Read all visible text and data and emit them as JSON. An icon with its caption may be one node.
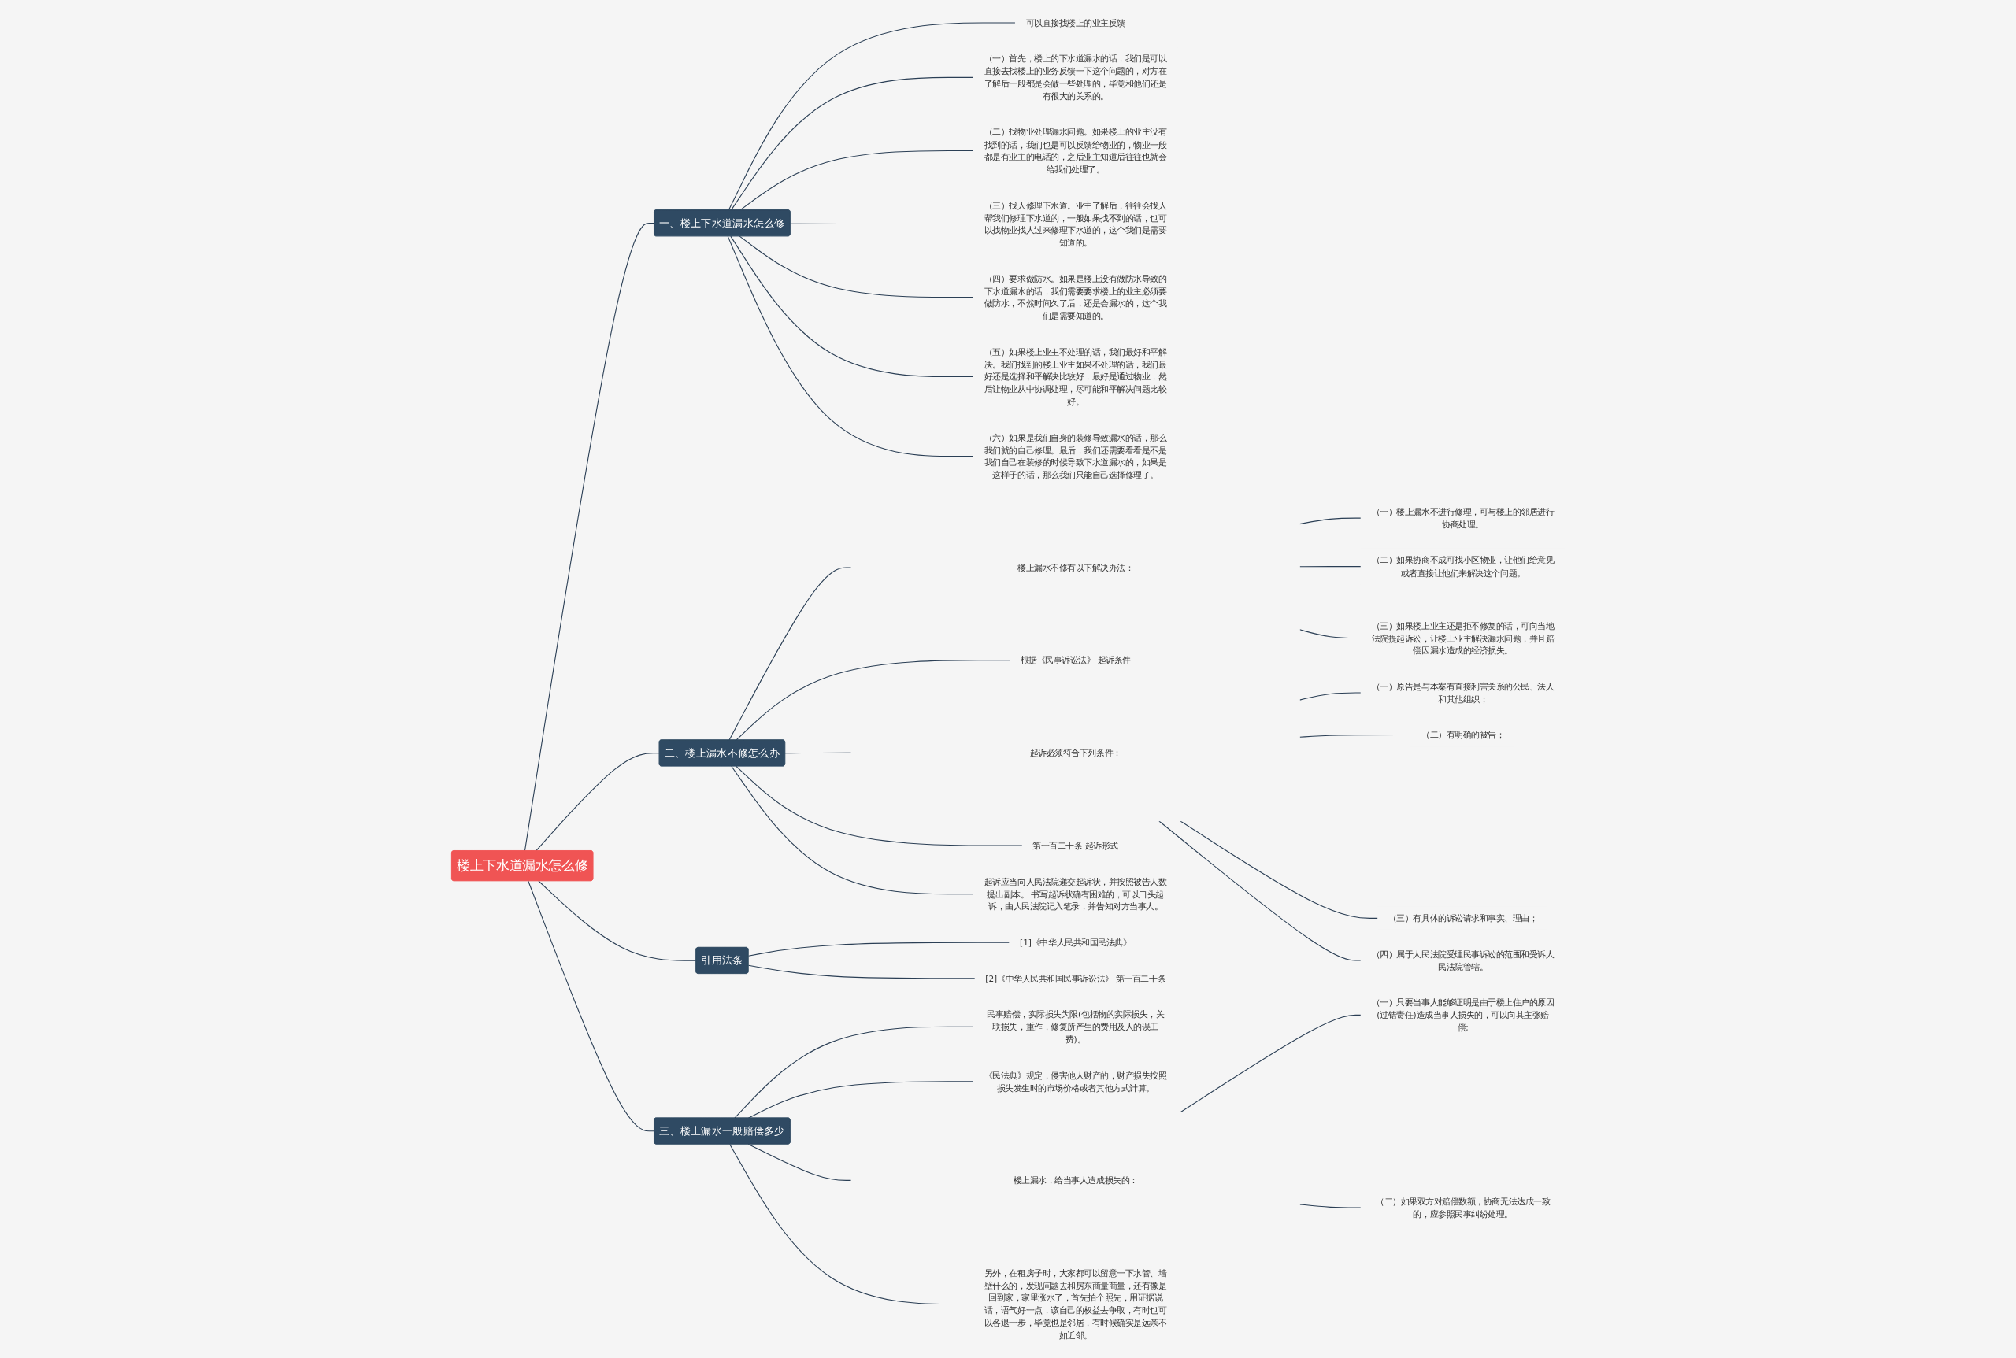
{
  "diagram": {
    "nodes": [
      {
        "text": [
          "楼上下水道漏水怎么修"
        ]
      },
      {
        "text": [
          "一、楼上下水道漏水怎么修"
        ]
      },
      {
        "text": [
          "可以直接找楼上的业主反馈"
        ]
      },
      {
        "text": [
          "（一）首先，楼上的下水道漏水的话，我们是可以直接去找楼上的业务反馈一下这个问题的，对方在了解后一般都是会做一些处理的，毕竟和他们还是有很大的关系的。"
        ]
      },
      {
        "text": [
          "（二）找物业处理漏水问题。如果楼上的业主没有找到的话，我们也是可以反馈给物业的，物业一般都是有业主的电话的，之后业主知道后往往也就会给我们处理了。"
        ]
      },
      {
        "text": [
          "（三）找人修理下水道。业主了解后，往往会找人帮我们修理下水道的，一般如果找不到的话，也可以找物业找人过来修理下水道的，这个我们是需要知道的。"
        ]
      },
      {
        "text": [
          "（四）要求做防水。如果是楼上没有做防水导致的下水道漏水的话，我们需要要求楼上的业主必须要做防水，不然时间久了后，还是会漏水的，这个我们是需要知道的。"
        ]
      },
      {
        "text": [
          "（五）如果楼上业主不处理的话，我们最好和平解决。我们找到的楼上业主如果不处理的话，我们最好还是选择和平解决比较好，最好是通过物业，然后让物业从中协调处理，尽可能和平解决问题比较好。"
        ]
      },
      {
        "text": [
          "（六）如果是我们自身的装修导致漏水的话，那么我们就的自己修理。最后，我们还需要看看是不是我们自己在装修的时候导致下水道漏水的，如果是这样子的话，那么我们只能自己选择修理了。"
        ]
      },
      {
        "text": [
          "二、楼上漏水不修怎么办"
        ]
      },
      {
        "text": [
          "楼上漏水不修有以下解决办法："
        ]
      },
      {
        "text": [
          "（一）楼上漏水不进行修理，可与楼上的邻居进行协商处理。"
        ]
      },
      {
        "text": [
          "（二）如果协商不成可找小区物业，让他们给意见或者直接让他们来解决这个问题。"
        ]
      },
      {
        "text": [
          "（三）如果楼上业主还是拒不修复的话，可向当地法院提起诉讼，让楼上业主解决漏水问题，并且赔偿因漏水造成的经济损失。"
        ]
      },
      {
        "text": [
          "根据《民事诉讼法》 起诉条件"
        ]
      },
      {
        "text": [
          "起诉必须符合下列条件："
        ]
      },
      {
        "text": [
          "（一）原告是与本案有直接利害关系的公民、法人和其他组织；"
        ]
      },
      {
        "text": [
          "（二）有明确的被告；"
        ]
      },
      {
        "text": [
          "（三）有具体的诉讼请求和事实、理由；"
        ]
      },
      {
        "text": [
          "（四）属于人民法院受理民事诉讼的范围和受诉人民法院管辖。"
        ]
      },
      {
        "text": [
          "第一百二十条 起诉形式"
        ]
      },
      {
        "text": [
          "起诉应当向人民法院递交起诉状，并按照被告人数提出副本。 书写起诉状确有困难的，可以口头起诉，由人民法院记入笔录，并告知对方当事人。"
        ]
      },
      {
        "text": [
          "引用法条"
        ]
      },
      {
        "text": [
          "[1]《中华人民共和国民法典》"
        ]
      },
      {
        "text": [
          "[2]《中华人民共和国民事诉讼法》 第一百二十条"
        ]
      },
      {
        "text": [
          "三、楼上漏水一般赔偿多少"
        ]
      },
      {
        "text": [
          "民事赔偿，实际损失为限(包括物的实际损失，关联损失，重作，修复所产生的费用及人的误工费)。"
        ]
      },
      {
        "text": [
          "《民法典》规定，侵害他人财产的，财产损失按照损失发生时的市场价格或者其他方式计算。"
        ]
      },
      {
        "text": [
          "楼上漏水，给当事人造成损失的："
        ]
      },
      {
        "text": [
          "（一）只要当事人能够证明是由于楼上住户的原因(过错责任)造成当事人损失的，可以向其主张赔偿;"
        ]
      },
      {
        "text": [
          "（二）如果双方对赔偿数额，协商无法达成一致的，应参照民事纠纷处理。"
        ]
      },
      {
        "text": [
          "另外，在租房子时，大家都可以留意一下水管、墙壁什么的，发现问题去和房东商量商量，还有像是回到家，家里涨水了，首先拍个照先，用证据说话，语气好一点，该自己的权益去争取，有时也可以各退一步，毕竟也是邻居，有时候确实是远亲不如近邻。"
        ]
      }
    ],
    "edges": [
      {
        "from": 0,
        "to": 1,
        "arrow": "none"
      },
      {
        "from": 1,
        "to": 2,
        "arrow": "none"
      },
      {
        "from": 1,
        "to": 3,
        "arrow": "none"
      },
      {
        "from": 1,
        "to": 4,
        "arrow": "none"
      },
      {
        "from": 1,
        "to": 5,
        "arrow": "none"
      },
      {
        "from": 1,
        "to": 6,
        "arrow": "none"
      },
      {
        "from": 1,
        "to": 7,
        "arrow": "none"
      },
      {
        "from": 1,
        "to": 8,
        "arrow": "none"
      },
      {
        "from": 0,
        "to": 9,
        "arrow": "none"
      },
      {
        "from": 9,
        "to": 10,
        "arrow": "none"
      },
      {
        "from": 10,
        "to": 11,
        "arrow": "none"
      },
      {
        "from": 10,
        "to": 12,
        "arrow": "none"
      },
      {
        "from": 10,
        "to": 13,
        "arrow": "none"
      },
      {
        "from": 9,
        "to": 14,
        "arrow": "none"
      },
      {
        "from": 9,
        "to": 15,
        "arrow": "none"
      },
      {
        "from": 15,
        "to": 16,
        "arrow": "none"
      },
      {
        "from": 15,
        "to": 17,
        "arrow": "none"
      },
      {
        "from": 15,
        "to": 18,
        "arrow": "none"
      },
      {
        "from": 15,
        "to": 19,
        "arrow": "none"
      },
      {
        "from": 9,
        "to": 20,
        "arrow": "none"
      },
      {
        "from": 9,
        "to": 21,
        "arrow": "none"
      },
      {
        "from": 0,
        "to": 22,
        "arrow": "none"
      },
      {
        "from": 22,
        "to": 23,
        "arrow": "none"
      },
      {
        "from": 22,
        "to": 24,
        "arrow": "none"
      },
      {
        "from": 0,
        "to": 25,
        "arrow": "none"
      },
      {
        "from": 25,
        "to": 26,
        "arrow": "none"
      },
      {
        "from": 25,
        "to": 27,
        "arrow": "none"
      },
      {
        "from": 25,
        "to": 28,
        "arrow": "none"
      },
      {
        "from": 28,
        "to": 29,
        "arrow": "none"
      },
      {
        "from": 28,
        "to": 30,
        "arrow": "none"
      },
      {
        "from": 25,
        "to": 31,
        "arrow": "none"
      }
    ]
  }
}
